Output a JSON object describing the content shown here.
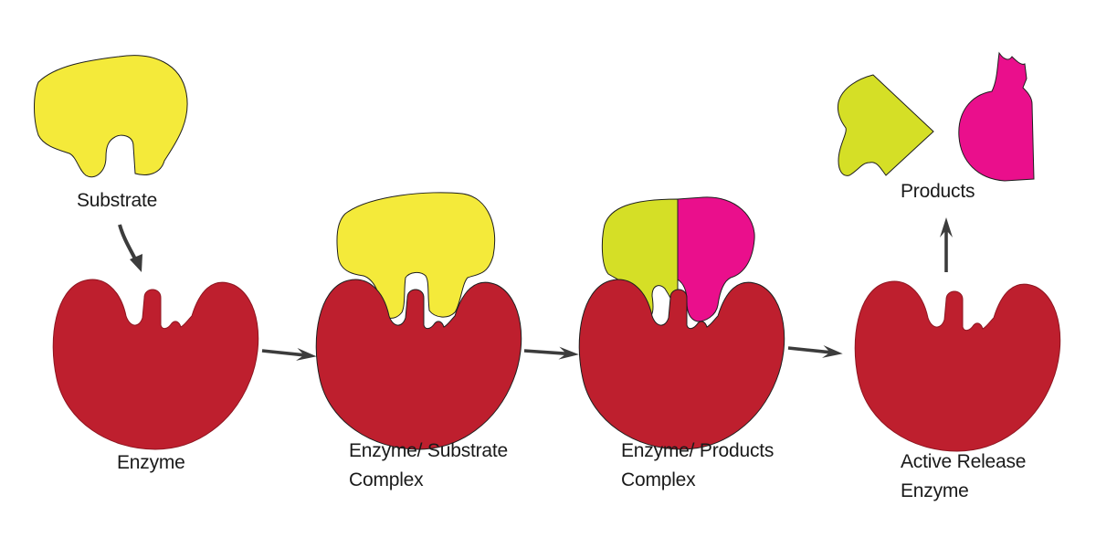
{
  "labels": {
    "substrate": "Substrate",
    "enzyme": "Enzyme",
    "complex1_line1": "Enzyme/ Substrate",
    "complex1_line2": "Complex",
    "complex2_line1": "Enzyme/ Products",
    "complex2_line2": "Complex",
    "active_line1": "Active Release",
    "active_line2": "Enzyme",
    "products": "Products"
  },
  "colors": {
    "enzyme": "#be1f2e",
    "substrate": "#f4ea3a",
    "product_a": "#d5df26",
    "product_b": "#ea0f8c",
    "arrow": "#3c3c3c",
    "outline": "#1e1e1e"
  },
  "icons": {
    "arrow": "arrow-icon"
  }
}
